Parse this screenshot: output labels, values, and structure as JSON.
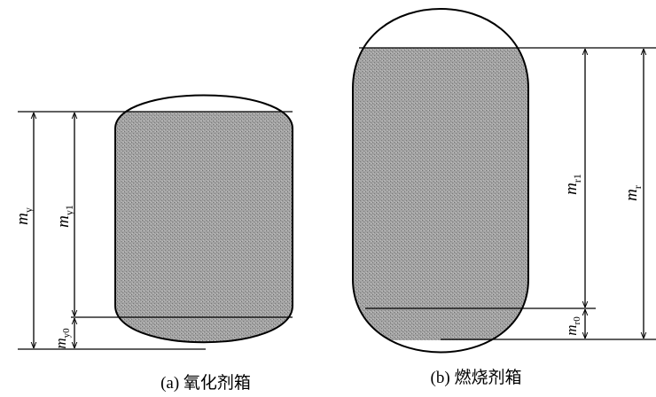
{
  "tank_a": {
    "caption": "(a) 氧化剂箱",
    "m_total": {
      "base": "m",
      "sub": "y"
    },
    "m_usable": {
      "base": "m",
      "sub": "y1"
    },
    "m_residual": {
      "base": "m",
      "sub": "y0"
    }
  },
  "tank_b": {
    "caption": "(b) 燃烧剂箱",
    "m_total": {
      "base": "m",
      "sub": "r"
    },
    "m_usable": {
      "base": "m",
      "sub": "r1"
    },
    "m_residual": {
      "base": "m",
      "sub": "r0"
    }
  },
  "colors": {
    "fill": "#9a9a9a",
    "line": "#000000",
    "background": "#ffffff"
  }
}
